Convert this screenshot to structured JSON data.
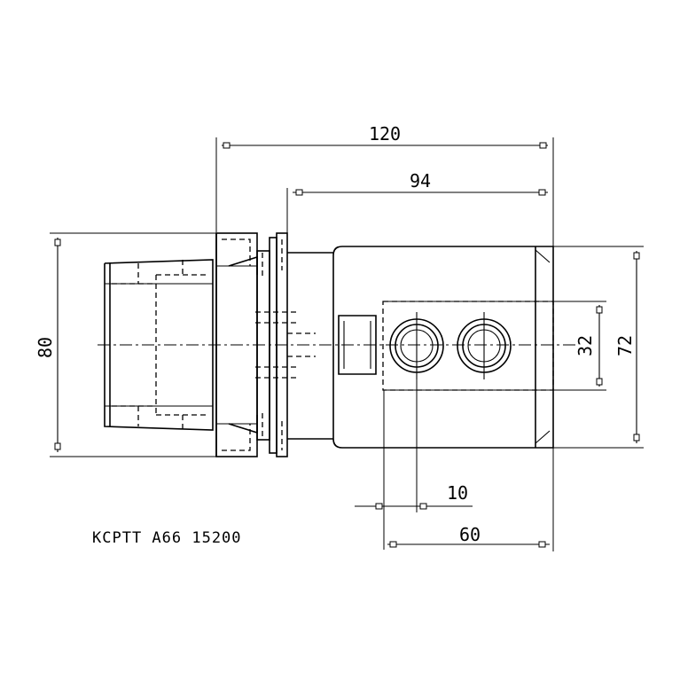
{
  "dimensions": {
    "overall_length": "120",
    "body_length": "94",
    "shank_diameter": "80",
    "hole_spacing": "32",
    "body_height": "72",
    "hole_offset": "10",
    "port_length": "60"
  },
  "part_code": "KCPTT A66 15200",
  "colors": {
    "line": "#000000",
    "background": "#ffffff"
  }
}
